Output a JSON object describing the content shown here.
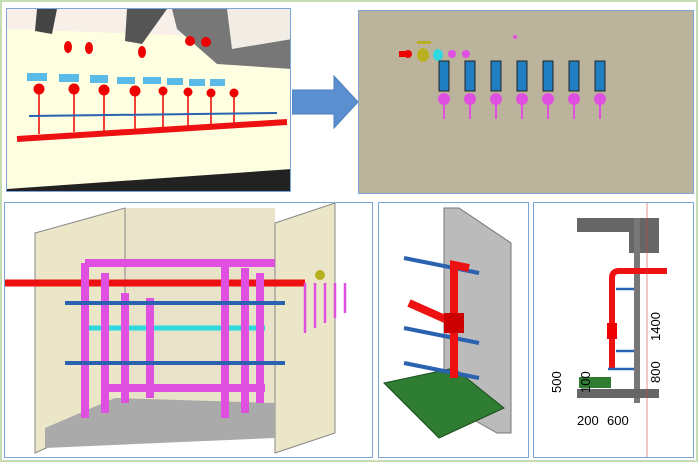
{
  "colors": {
    "fire_pipe": "#ee1111",
    "drain_pipe": "#2a62b0",
    "manifold": "#e050e0",
    "arrow": "#5b8fcf",
    "wall": "#f0ebcf",
    "panel_border": "#7aa5d6"
  },
  "section_drawing": {
    "dimensions": {
      "d500": "500",
      "d100": "100",
      "d200": "200",
      "d600": "600",
      "d1400": "1400",
      "d800": "800"
    }
  }
}
